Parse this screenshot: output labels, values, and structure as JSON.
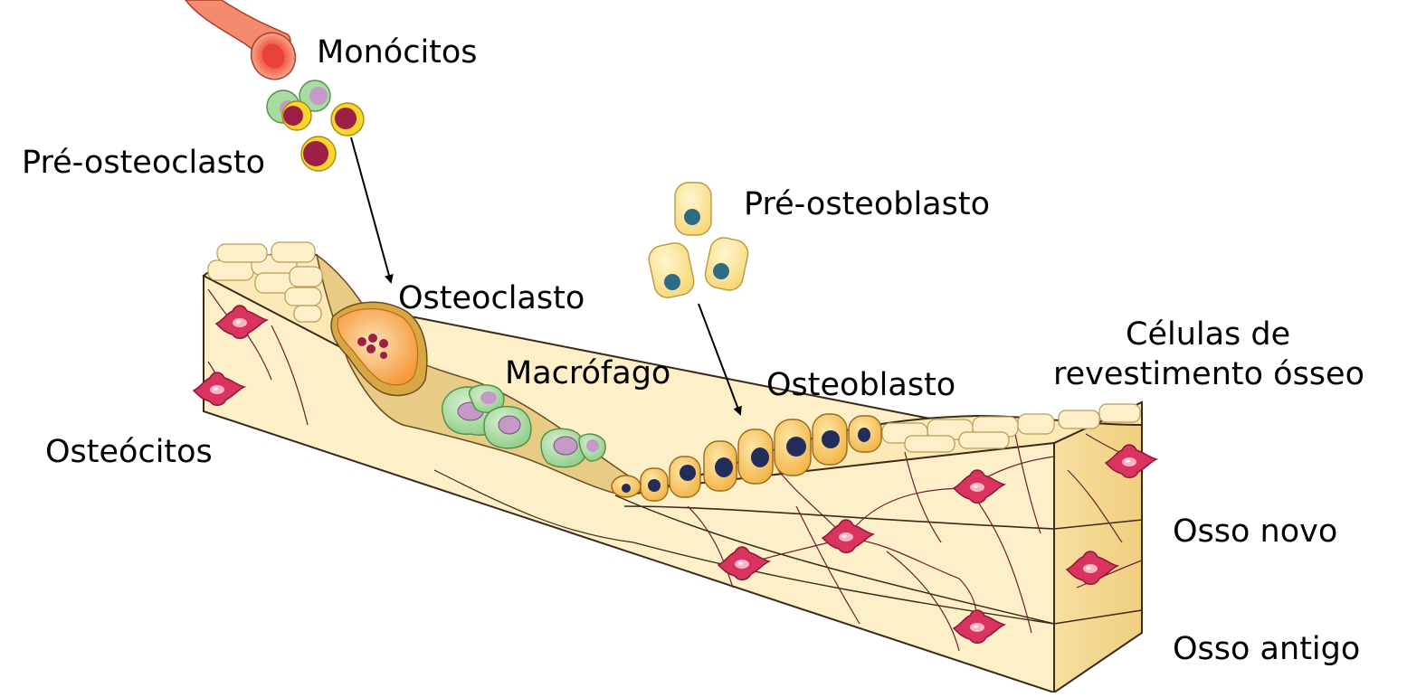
{
  "labels": {
    "monocytes": "Monócitos",
    "pre_osteoclast": "Pré-osteoclasto",
    "pre_osteoblast": "Pré-osteoblasto",
    "osteoclast": "Osteoclasto",
    "macrophage": "Macrófago",
    "osteoblast": "Osteoblasto",
    "lining_cells_line1": "Células de",
    "lining_cells_line2": "revestimento ósseo",
    "osteocytes": "Osteócitos",
    "new_bone": "Osso novo",
    "old_bone": "Osso antigo"
  },
  "colors": {
    "bone_top": "#fbe9b6",
    "bone_front": "#fdf0c8",
    "bone_side": "#f3d890",
    "resorption_surface": "#e6c982",
    "canaliculi": "#6b1f2e",
    "osteocyte": "#d8345f",
    "osteoclast": "#f6a54a",
    "macrophage": "#a9dca0",
    "macrophage_nucleus": "#c59ac6",
    "osteoblast": "#f6c25e",
    "osteoblast_nucleus": "#232d5c",
    "pre_osteoblast": "#fbe28d",
    "pre_osteoblast_nucleus": "#2d6c84",
    "monocyte_nucleus": "#9c1f45",
    "monocyte_membrane": "#f8d62c",
    "blood_vessel": "#f07e63"
  }
}
